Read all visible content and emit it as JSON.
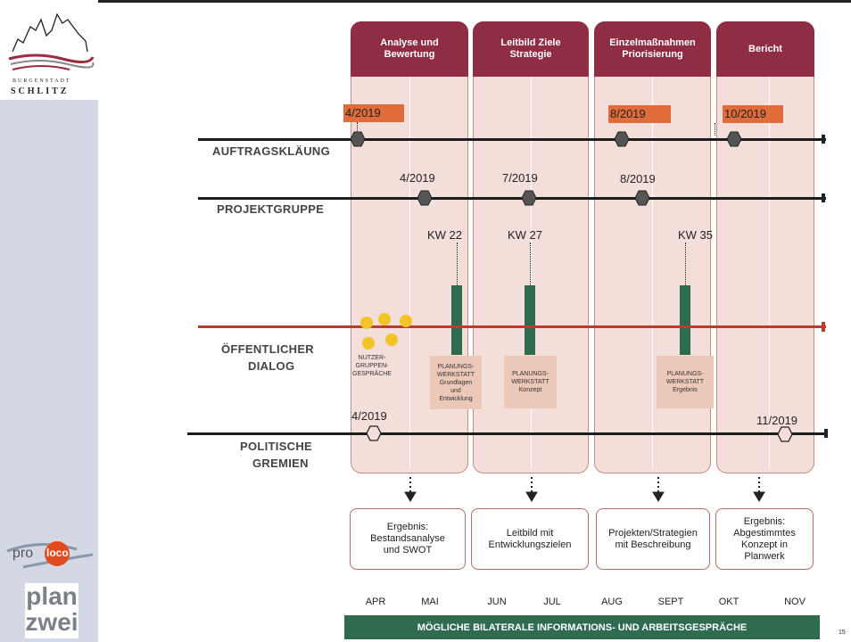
{
  "logo": {
    "line1": "BURGENSTADT",
    "line2": "SCHLITZ"
  },
  "phases": [
    {
      "title_l1": "Analyse und",
      "title_l2": "Bewertung"
    },
    {
      "title_l1": "Leitbild Ziele",
      "title_l2": "Strategie"
    },
    {
      "title_l1": "Einzelmaßnahmen",
      "title_l2": "Priorisierung"
    },
    {
      "title_l1": "Bericht",
      "title_l2": ""
    }
  ],
  "rows": {
    "auftrag": "AUFTRAGSKLÄUNG",
    "projekt": "PROJEKTGRUPPE",
    "dialog_l1": "ÖFFENTLICHER",
    "dialog_l2": "DIALOG",
    "politik_l1": "POLITISCHE",
    "politik_l2": "GREMIEN"
  },
  "auftrag_dates": [
    "4/2019",
    "8/2019",
    "10/2019"
  ],
  "projekt_dates": [
    "4/2019",
    "7/2019",
    "8/2019"
  ],
  "politik_dates": [
    "4/2019",
    "11/2019"
  ],
  "kw": [
    "KW 22",
    "KW 27",
    "KW 35"
  ],
  "dialog_boxes": {
    "nutzer": [
      "NUTZER-",
      "GRUPPEN-",
      "GESPRÄCHE"
    ],
    "werkstatt1": [
      "PLANUNGS-",
      "WERKSTATT",
      "Grundlagen",
      "und",
      "Entwicklung"
    ],
    "werkstatt2": [
      "PLANUNGS-",
      "WERKSTATT",
      "Konzept"
    ],
    "werkstatt3": [
      "PLANUNGS-",
      "WERKSTATT",
      "Ergebnis"
    ]
  },
  "results": [
    [
      "Ergebnis:",
      "Bestandsanalyse",
      "und SWOT"
    ],
    [
      "Leitbild mit",
      "Entwicklungszielen"
    ],
    [
      "Projekten/Strategien",
      "mit Beschreibung"
    ],
    [
      "Ergebnis:",
      "Abgestimmtes",
      "Konzept in",
      "Planwerk"
    ]
  ],
  "months": [
    "APR",
    "MAI",
    "JUN",
    "JUL",
    "AUG",
    "SEPT",
    "OKT",
    "NOV"
  ],
  "footer": "MÖGLICHE BILATERALE INFORMATIONS- UND ARBEITSGESPRÄCHE",
  "page_number": "15",
  "proloco": {
    "pro": "pro",
    "loco": "loco"
  },
  "planzwei": {
    "l1": "plan",
    "l2": "zwei"
  },
  "colors": {
    "phase_head": "#8e2d44",
    "phase_bg": "#f4ded9",
    "orange": "#df6c3a",
    "green": "#2e6b4f",
    "red_line": "#c0392b",
    "dot": "#f2c428"
  }
}
